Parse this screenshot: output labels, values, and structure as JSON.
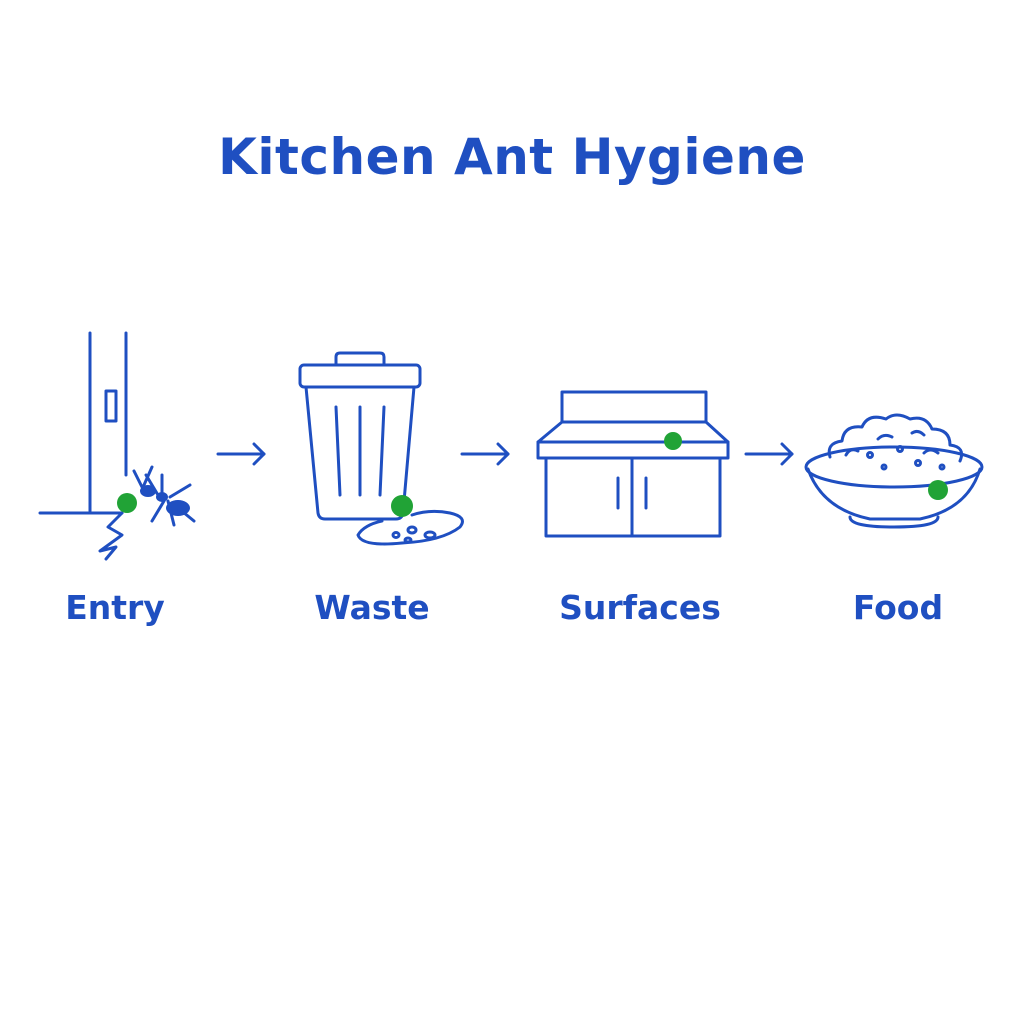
{
  "title": "Kitchen Ant Hygiene",
  "steps": [
    {
      "label": "Entry",
      "icon": "door-ant-icon"
    },
    {
      "label": "Waste",
      "icon": "trash-can-icon"
    },
    {
      "label": "Surfaces",
      "icon": "counter-icon"
    },
    {
      "label": "Food",
      "icon": "food-bowl-icon"
    }
  ],
  "colors": {
    "primary": "#1f4fc1",
    "marker": "#21a336",
    "background": "#ffffff"
  }
}
